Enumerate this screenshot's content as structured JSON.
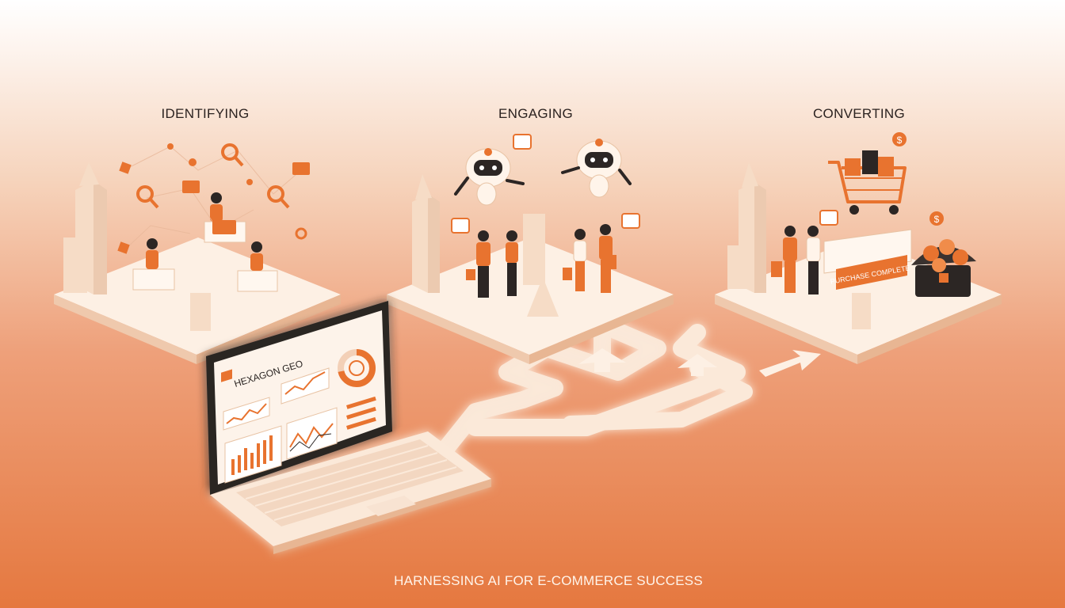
{
  "stages": [
    {
      "title": "IDENTIFYING"
    },
    {
      "title": "ENGAGING"
    },
    {
      "title": "CONVERTING"
    }
  ],
  "laptop": {
    "brand": "HEXAGON GEO"
  },
  "converting": {
    "banner": "PURCHASE COMPLETE"
  },
  "footer": {
    "tagline": "HARNESSING AI FOR E-COMMERCE SUCCESS"
  },
  "colors": {
    "accent": "#e8732f",
    "platform": "#fdf0e4",
    "dark": "#2c2624",
    "path": "#fbe9d9"
  },
  "icons": [
    "search-icon",
    "chat-bubble-icon",
    "robot-icon",
    "shopping-bag-icon",
    "shopping-cart-icon",
    "dollar-coin-icon",
    "treasure-chest-icon",
    "arrow-right-icon"
  ]
}
